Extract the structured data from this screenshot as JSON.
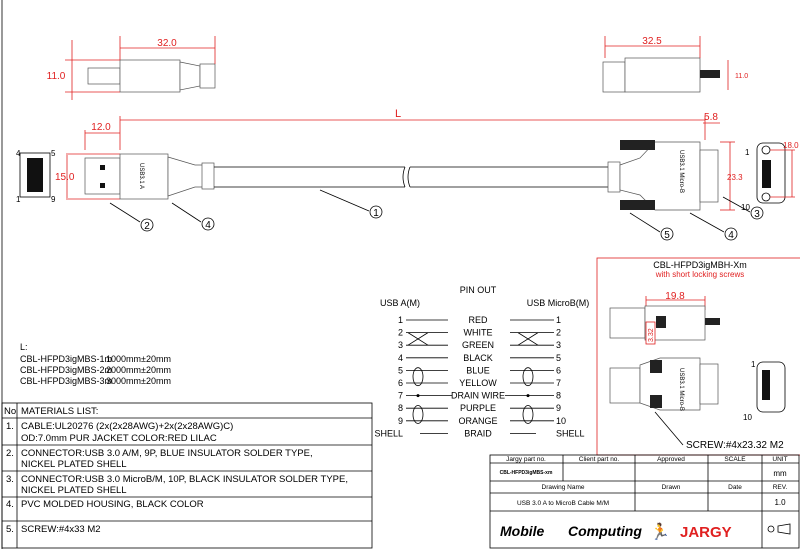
{
  "dimensions": {
    "top_left_length": "32.0",
    "top_left_height": "11.0",
    "top_right_length": "32.5",
    "top_right_height": "11.0",
    "cable_length": "L",
    "plug_a_length": "12.0",
    "plug_a_height": "15.0",
    "microb_tip": "5.8",
    "microb_height": "23.3",
    "microb_face_width": "18.0",
    "short_screw_length": "19.8",
    "short_screw_offset": "3.32"
  },
  "pin_labels": {
    "a_4": "4",
    "a_5": "5",
    "a_1": "1",
    "a_9": "9",
    "b_1": "1",
    "b_10": "10"
  },
  "plug_marking": {
    "a": "USB3.1 A",
    "b": "USB3.1 Micro-B"
  },
  "balloons": [
    "1",
    "2",
    "3",
    "4",
    "5"
  ],
  "length_table": {
    "label": "L:",
    "rows": [
      {
        "part": "CBL-HFPD3igMBS-1m",
        "length": "1000mm±20mm"
      },
      {
        "part": "CBL-HFPD3igMBS-2m",
        "length": "2000mm±20mm"
      },
      {
        "part": "CBL-HFPD3igMBS-3m",
        "length": "3000mm±20mm"
      }
    ]
  },
  "pinout": {
    "title": "PIN OUT",
    "left_header": "USB A(M)",
    "right_header": "USB MicroB(M)",
    "rows": [
      {
        "a": "1",
        "wire": "RED",
        "b": "1"
      },
      {
        "a": "2",
        "wire": "WHITE",
        "b": "2"
      },
      {
        "a": "3",
        "wire": "GREEN",
        "b": "3"
      },
      {
        "a": "4",
        "wire": "BLACK",
        "b": "5"
      },
      {
        "a": "5",
        "wire": "BLUE",
        "b": "6"
      },
      {
        "a": "6",
        "wire": "YELLOW",
        "b": "7"
      },
      {
        "a": "7",
        "wire": "DRAIN WIRE",
        "b": "8"
      },
      {
        "a": "8",
        "wire": "PURPLE",
        "b": "9"
      },
      {
        "a": "9",
        "wire": "ORANGE",
        "b": "10"
      },
      {
        "a": "SHELL",
        "wire": "BRAID",
        "b": "SHELL"
      }
    ]
  },
  "variant": {
    "title": "CBL-HFPD3igMBH-Xm",
    "subtitle": "with short locking screws",
    "screw_note": "SCREW:#4x23.32 M2"
  },
  "materials": {
    "no_header": "No",
    "header": "MATERIALS LIST:",
    "items": [
      {
        "no": "1.",
        "line1": "CABLE:UL20276 (2x(2x28AWG)+2x(2x28AWG)C)",
        "line2": "OD:7.0mm  PUR JACKET COLOR:RED LILAC"
      },
      {
        "no": "2.",
        "line1": "CONNECTOR:USB 3.0 A/M, 9P, BLUE INSULATOR SOLDER TYPE,",
        "line2": "NICKEL PLATED SHELL"
      },
      {
        "no": "3.",
        "line1": "CONNECTOR:USB 3.0 MicroB/M, 10P, BLACK INSULATOR SOLDER TYPE,",
        "line2": "NICKEL PLATED SHELL"
      },
      {
        "no": "4.",
        "line1": "PVC MOLDED HOUSING, BLACK COLOR",
        "line2": ""
      },
      {
        "no": "5.",
        "line1": "SCREW:#4x33 M2",
        "line2": ""
      }
    ]
  },
  "title_block": {
    "jargy_part_label": "Jargy part no.",
    "client_part_label": "Client part no.",
    "approved_label": "Approved",
    "scale_label": "SCALE",
    "unit_label": "UNIT",
    "jargy_part": "CBL-HFPD3igMBS-xm",
    "unit": "mm",
    "drawing_name_label": "Drawing Name",
    "drawn_label": "Drawn",
    "date_label": "Date",
    "rev_label": "REV.",
    "drawing_name": "USB 3.0 A to MicroB Cable M/M",
    "rev": "1.0",
    "logo_mobile": "Mobile",
    "logo_computing": "Computing",
    "logo_jargy": "JARGY"
  },
  "colors": {
    "dimension": "#e02020",
    "line": "#000000"
  }
}
